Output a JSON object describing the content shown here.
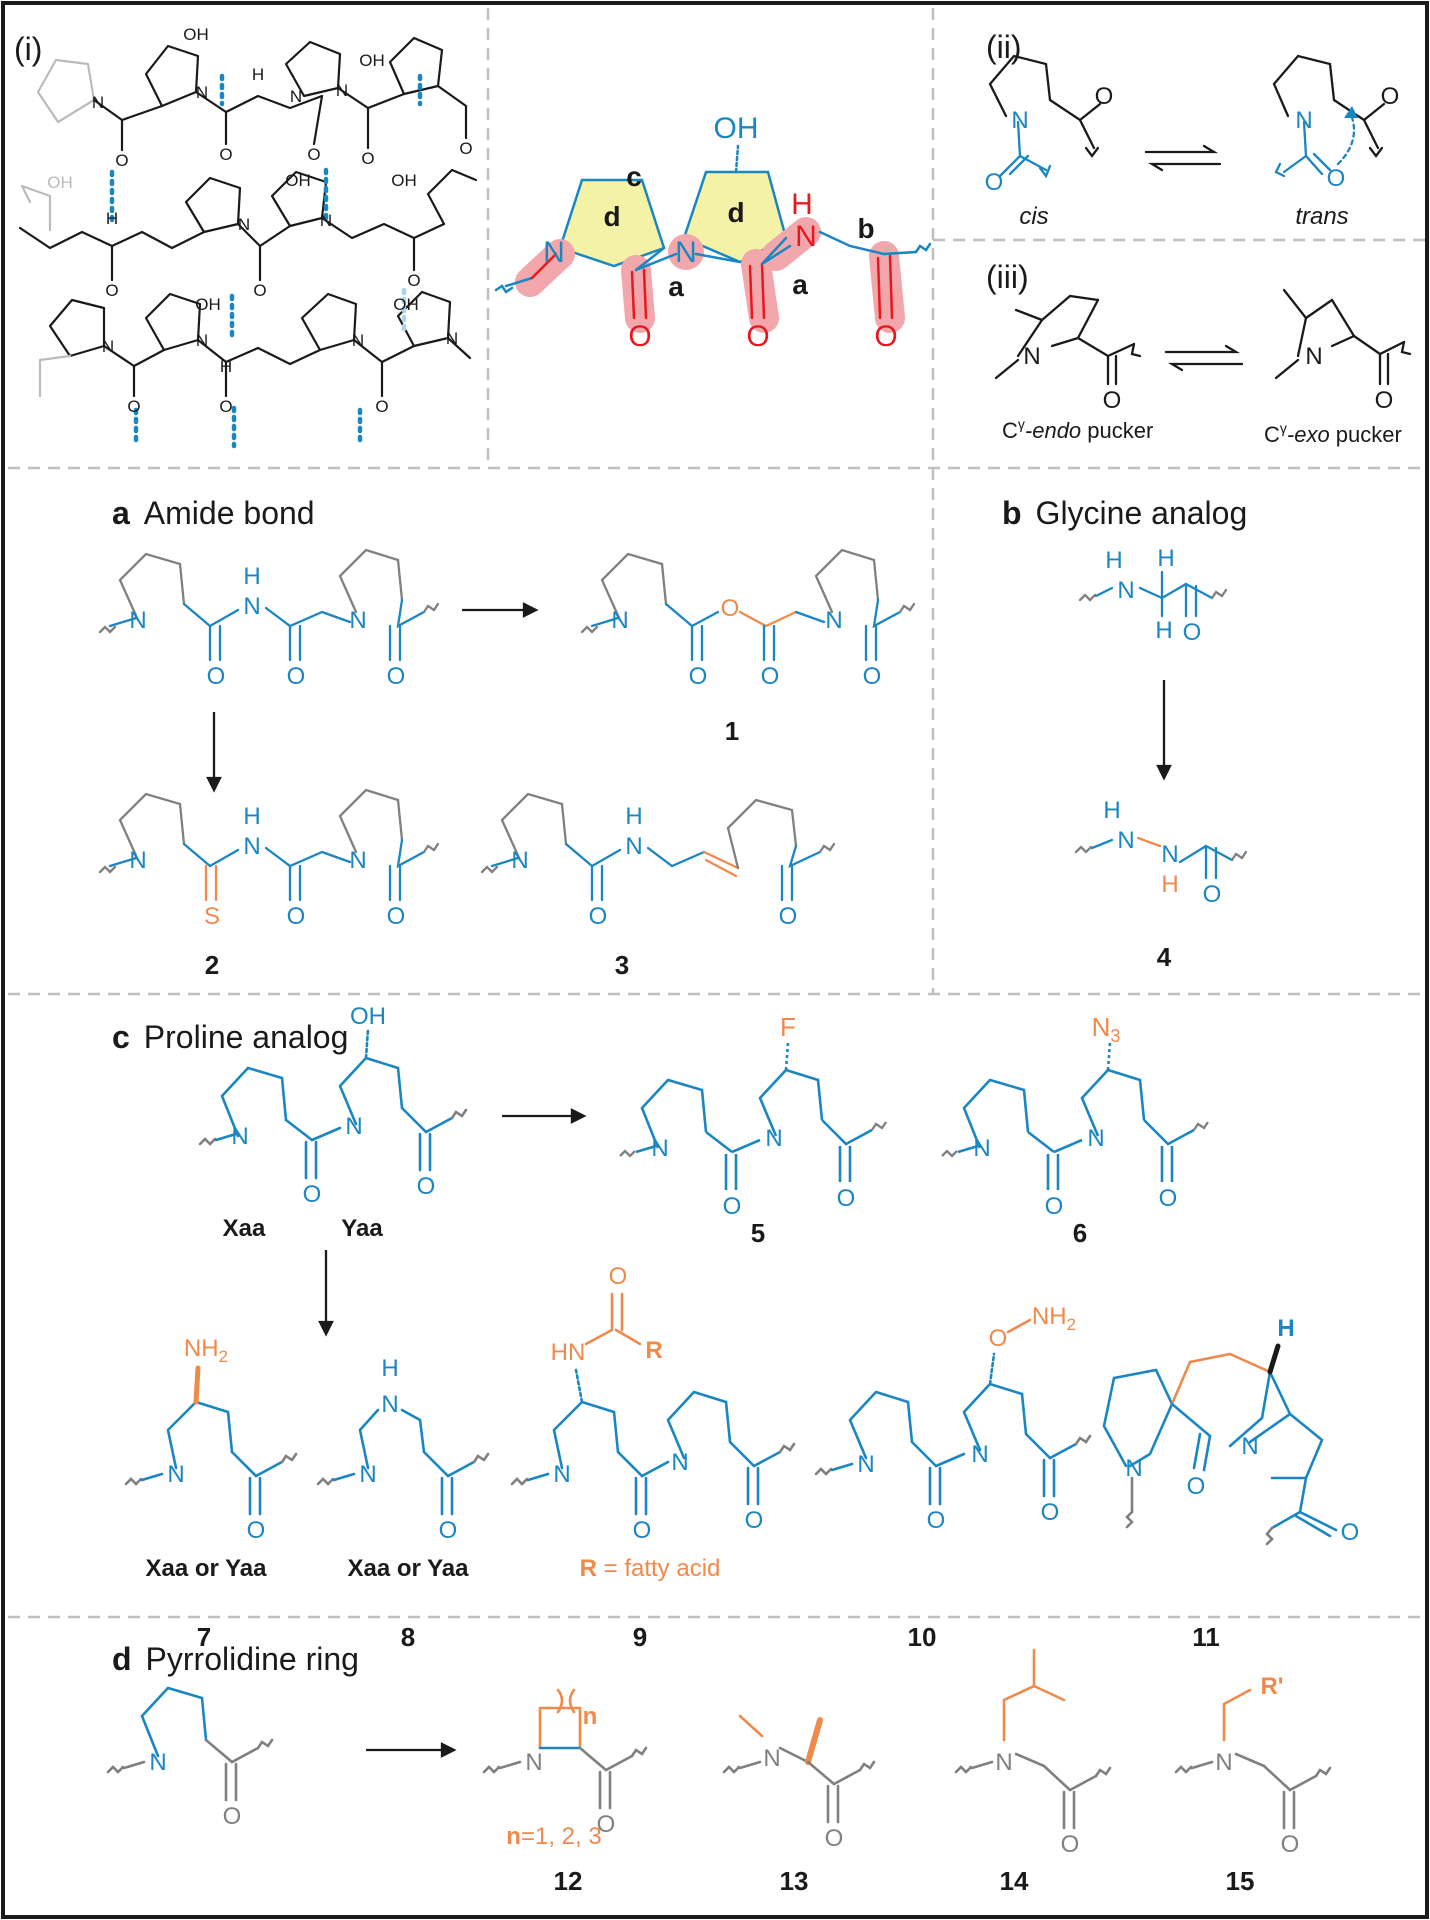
{
  "colors": {
    "blue": "#1a86c2",
    "orange": "#f08a4b",
    "red": "#e8191e",
    "black": "#1a1a1a",
    "gray": "#999999",
    "highlight_red": "#f2a7ad",
    "highlight_yellow": "#f3f2a6",
    "divider": "#bfbfbf"
  },
  "panel_i": {
    "label": "(i)",
    "oh": "OH",
    "n": "N",
    "h": "H",
    "o": "O"
  },
  "center": {
    "oh": "OH",
    "n": "N",
    "nh_h": "H",
    "o": "O",
    "label_a": "a",
    "label_b": "b",
    "label_c": "c",
    "label_d": "d"
  },
  "panel_ii": {
    "label": "(ii)",
    "cis": "cis",
    "trans": "trans",
    "n": "N",
    "o": "O"
  },
  "panel_iii": {
    "label": "(iii)",
    "endo_prefix": "C",
    "endo_sup": "γ",
    "endo_italic": "-endo",
    "endo_suffix": " pucker",
    "exo_prefix": "C",
    "exo_sup": "γ",
    "exo_italic": "-exo",
    "exo_suffix": " pucker",
    "n": "N",
    "o": "O"
  },
  "section_a": {
    "letter": "a",
    "title": "Amide bond",
    "numbers": [
      "1",
      "2",
      "3"
    ],
    "n": "N",
    "h": "H",
    "o": "O",
    "s": "S"
  },
  "section_b": {
    "letter": "b",
    "title": "Glycine analog",
    "numbers": [
      "4"
    ],
    "nh": "N",
    "h": "H",
    "o": "O"
  },
  "section_c": {
    "letter": "c",
    "title": "Proline analog",
    "xaa": "Xaa",
    "yaa": "Yaa",
    "xaa_or_yaa": "Xaa or Yaa",
    "numbers": [
      "5",
      "6",
      "7",
      "8",
      "9",
      "10",
      "11"
    ],
    "oh": "OH",
    "f": "F",
    "n3": "N",
    "n3_sub": "3",
    "nh2": "NH",
    "nh2_sub": "2",
    "hn": "HN",
    "r": "R",
    "r_note_bold": "R",
    "r_note_rest": " = fatty acid",
    "o_nh2": "O",
    "n": "N",
    "h": "H",
    "o": "O"
  },
  "section_d": {
    "letter": "d",
    "title": "Pyrrolidine ring",
    "numbers": [
      "12",
      "13",
      "14",
      "15"
    ],
    "n_sub": "n",
    "n_values_bold": "n",
    "n_values_rest": "=1, 2, 3",
    "r_prime": "R'",
    "n": "N",
    "o": "O"
  }
}
